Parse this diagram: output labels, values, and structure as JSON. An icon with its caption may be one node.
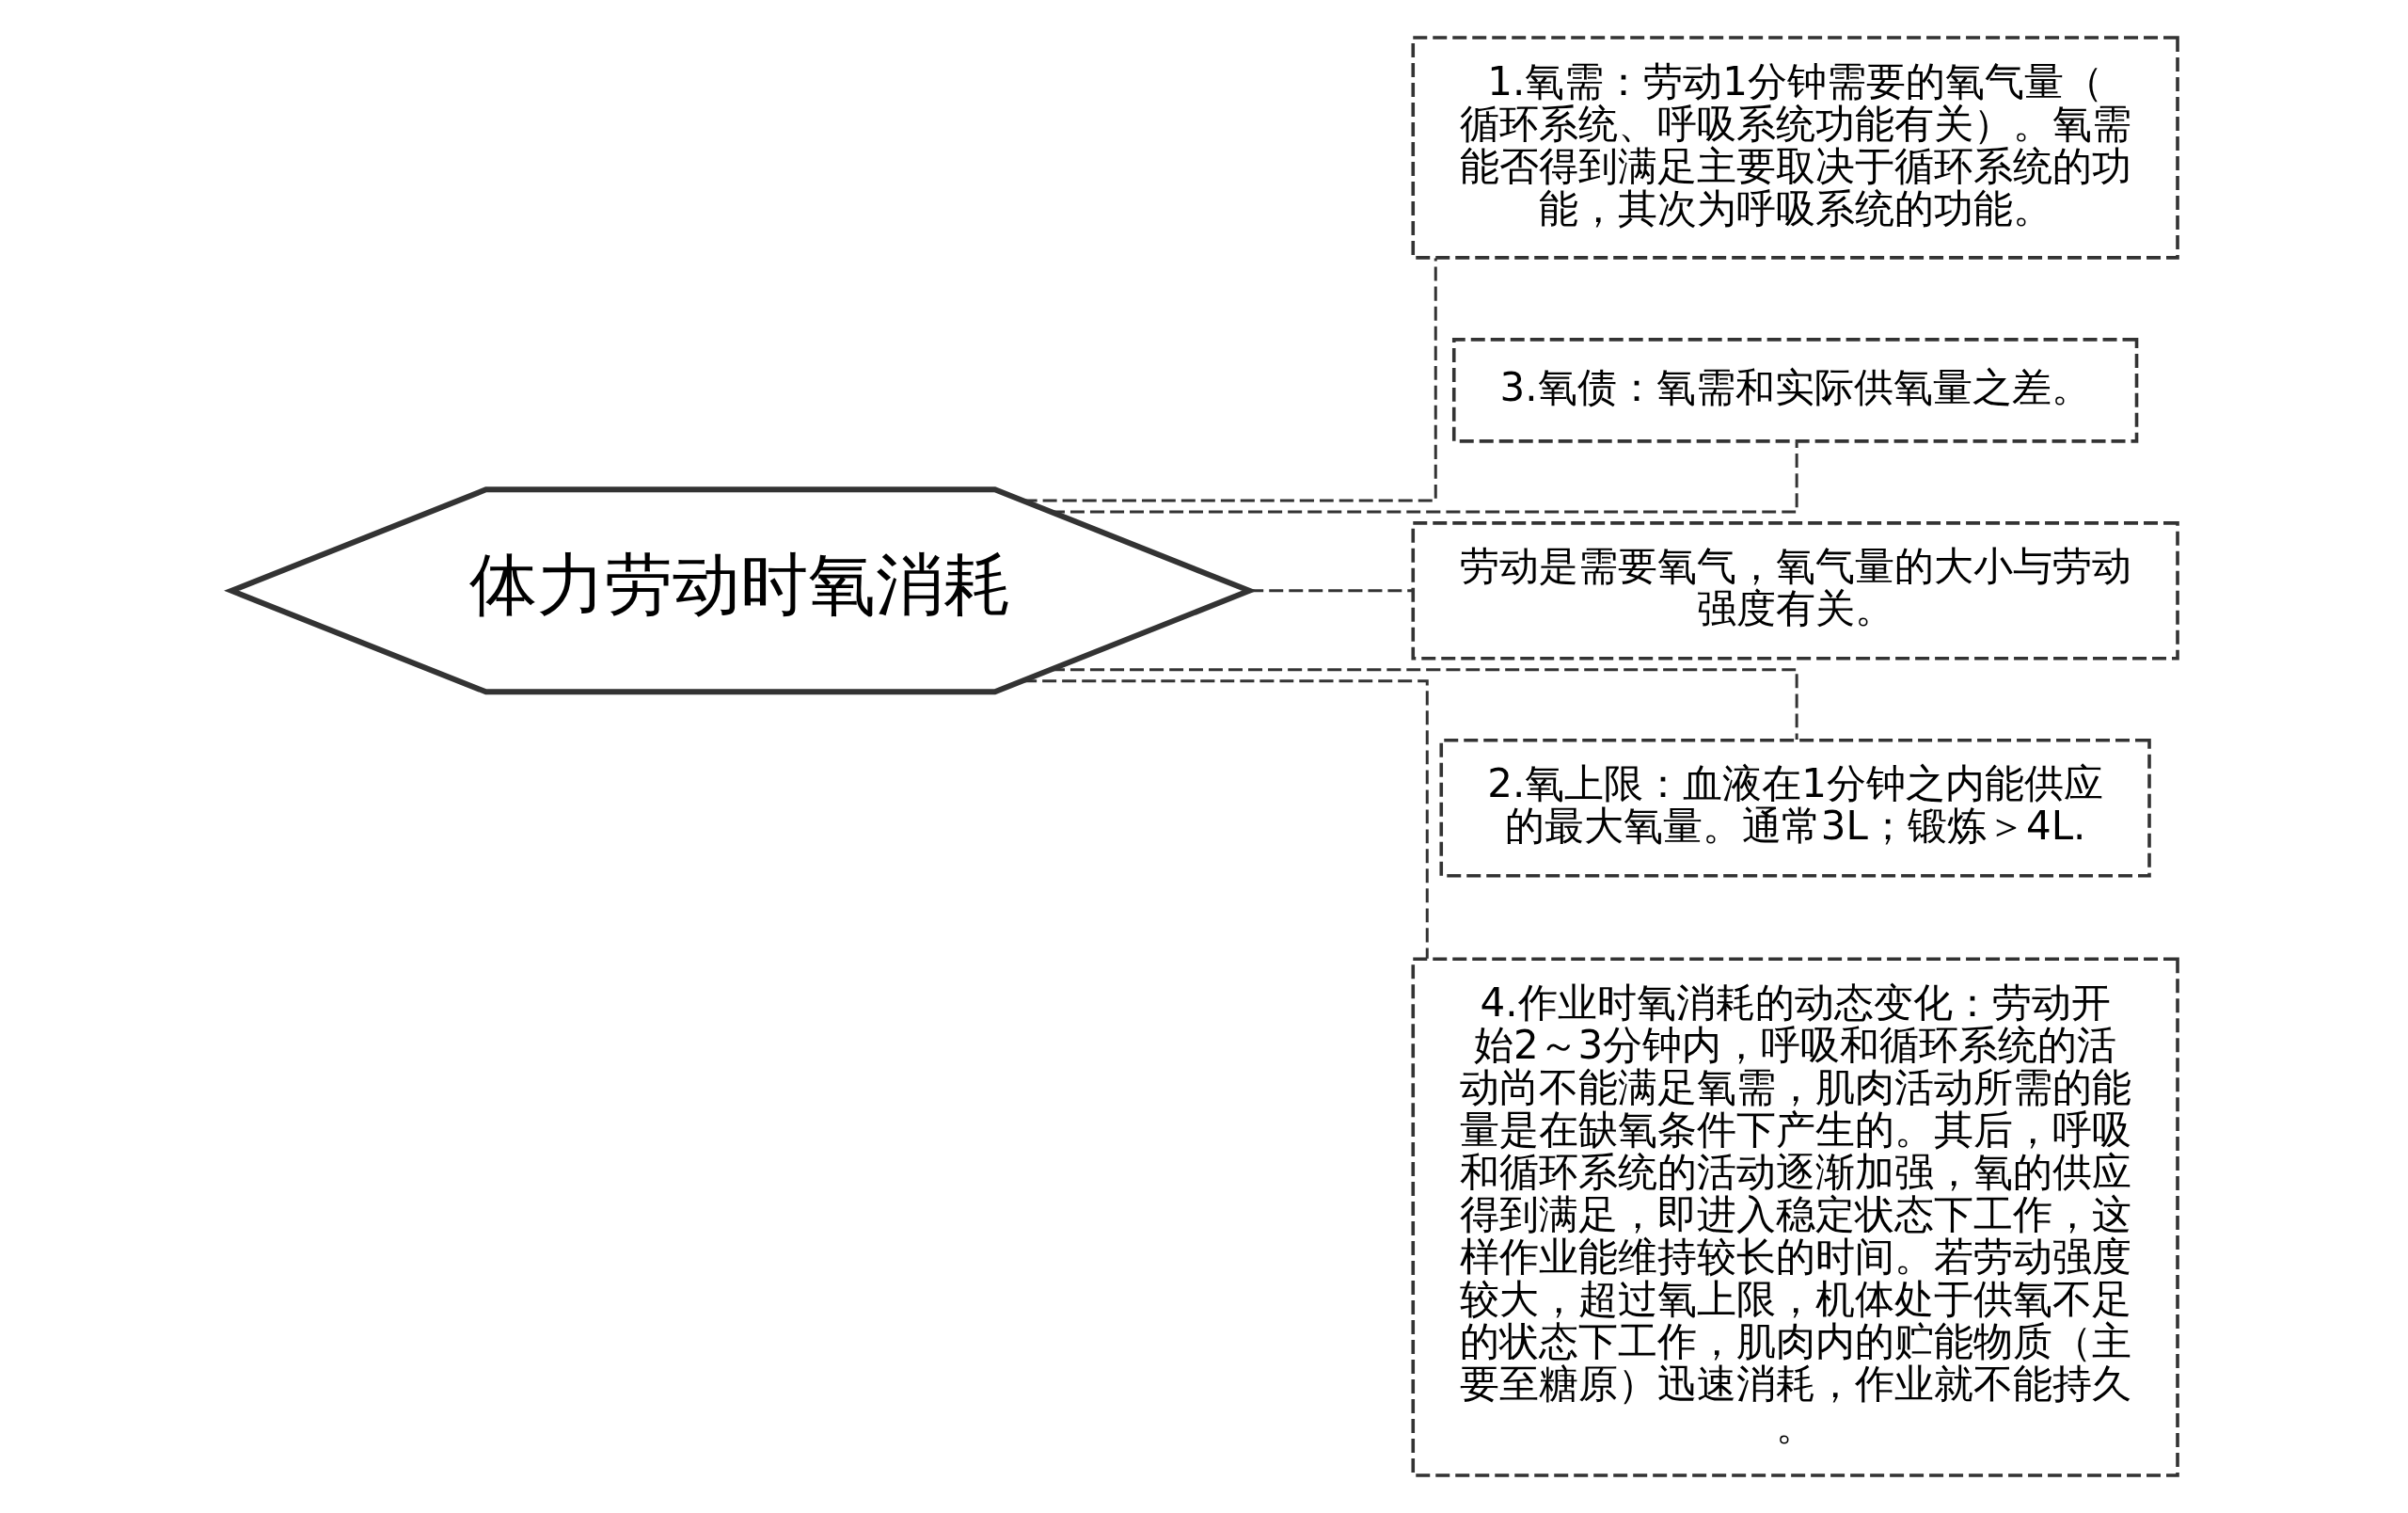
{
  "diagram": {
    "nodes": [
      {
        "text": [
          "体力劳动时氧消耗"
        ]
      },
      {
        "text": [
          "1.氧需：劳动1分钟需要的氧气量（循环系统、呼吸系统功能有关）。氧需能否得到满足主要取决于循环系统的功能，其次为呼吸系统的功能。"
        ]
      },
      {
        "text": [
          "3.氧债：氧需和实际供氧量之差。"
        ]
      },
      {
        "text": [
          "劳动是需要氧气，氧气量的大小与劳动强度有关。"
        ]
      },
      {
        "text": [
          "2.氧上限：血液在1分钟之内能供应的最大氧量。通常3L；锻炼＞4L."
        ]
      },
      {
        "text": [
          "4.作业时氧消耗的动态变化：劳动开始2～3分钟内，呼吸和循环系统的活动尚不能满足氧需，肌肉活动所需的能量是在缺氧条件下产生的。其后，呼吸和循环系统的活动逐渐加强，氧的供应得到满足，即进入稳定状态下工作，这样作业能维持较长的时间。若劳动强度较大，超过氧上限，机体处于供氧不足的状态下工作，肌肉内的贮能物质（主要至糖原）迅速消耗，作业就不能持久。"
        ]
      }
    ],
    "edges": [
      {
        "from": 0,
        "to": 1,
        "arrow": "none",
        "style": "dashed"
      },
      {
        "from": 0,
        "to": 2,
        "arrow": "none",
        "style": "dashed"
      },
      {
        "from": 0,
        "to": 3,
        "arrow": "none",
        "style": "dashed"
      },
      {
        "from": 0,
        "to": 4,
        "arrow": "none",
        "style": "dashed"
      },
      {
        "from": 0,
        "to": 5,
        "arrow": "none",
        "style": "dashed"
      }
    ]
  }
}
